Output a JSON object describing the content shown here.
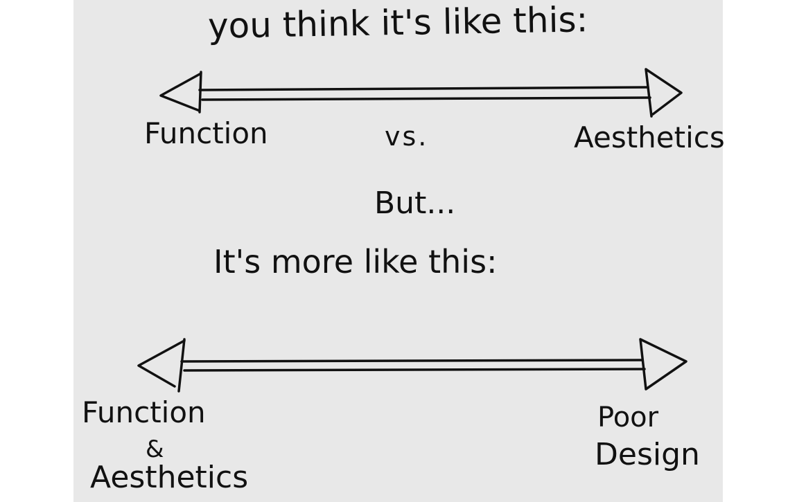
{
  "top_caption": "you think it's like this:",
  "spectrum_one": {
    "left_label": "Function",
    "middle_label": "vs.",
    "right_label": "Aesthetics"
  },
  "transition": "But...",
  "bottom_caption": "It's more like this:",
  "spectrum_two": {
    "left_label_line1": "Function",
    "left_label_amp": "&",
    "left_label_line2": "Aesthetics",
    "right_label_line1": "Poor",
    "right_label_line2": "Design"
  },
  "colors": {
    "ink": "#111111",
    "paper": "#e8e8e8",
    "background": "#ffffff"
  }
}
